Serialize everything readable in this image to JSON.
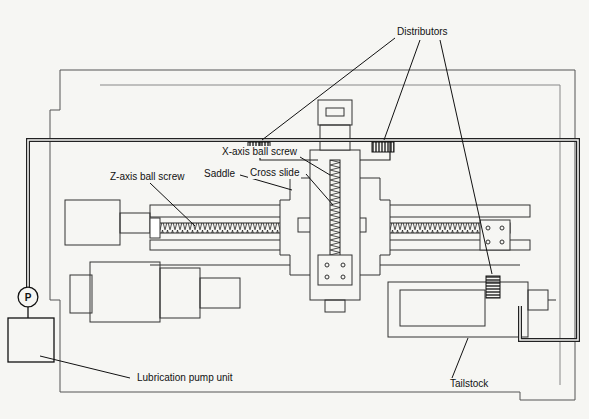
{
  "diagram": {
    "nodes": [
      {
        "text": [
          "P"
        ]
      }
    ],
    "labels": [
      "Distributors",
      "X-axis ball screw",
      "Cross slide",
      "Saddle",
      "Z-axis ball screw",
      "Lubrication pump unit",
      "Tailstock"
    ]
  }
}
